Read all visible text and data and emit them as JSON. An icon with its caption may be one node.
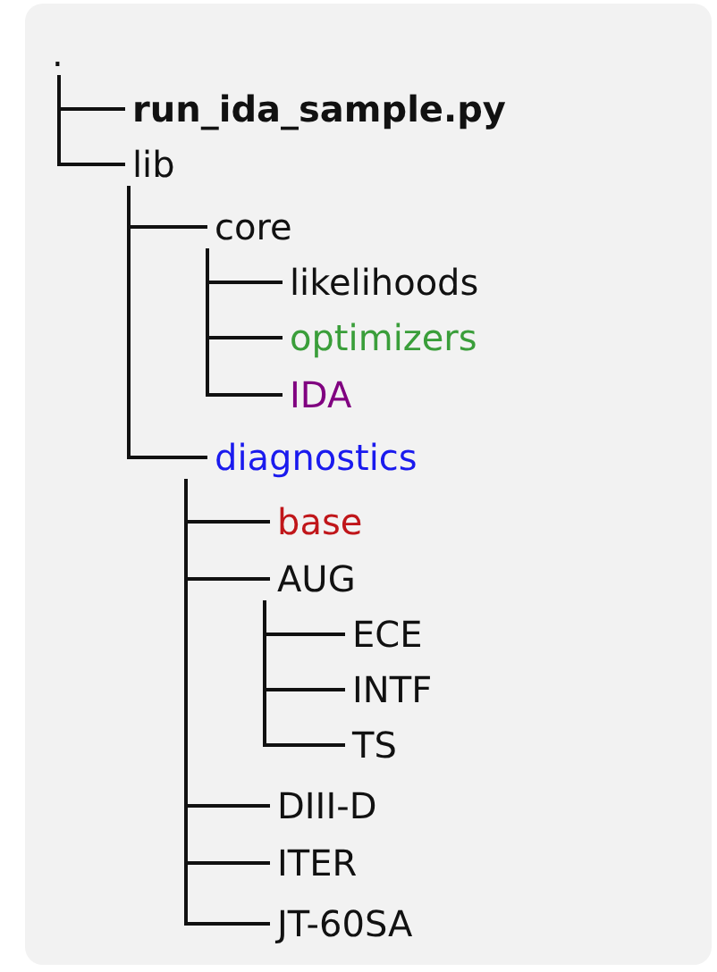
{
  "diagram": {
    "nodes": [
      {
        "text": [
          "."
        ]
      },
      {
        "text": [
          "run_ida_sample.py"
        ]
      },
      {
        "text": [
          "lib"
        ]
      },
      {
        "text": [
          "core"
        ]
      },
      {
        "text": [
          "likelihoods"
        ]
      },
      {
        "text": [
          "optimizers"
        ]
      },
      {
        "text": [
          "IDA"
        ]
      },
      {
        "text": [
          "diagnostics"
        ]
      },
      {
        "text": [
          "base"
        ]
      },
      {
        "text": [
          "AUG"
        ]
      },
      {
        "text": [
          "ECE"
        ]
      },
      {
        "text": [
          "INTF"
        ]
      },
      {
        "text": [
          "TS"
        ]
      },
      {
        "text": [
          "DIII-D"
        ]
      },
      {
        "text": [
          "ITER"
        ]
      },
      {
        "text": [
          "JT-60SA"
        ]
      }
    ],
    "edges": [
      {
        "from": 0,
        "to": 1,
        "arrow": "none"
      },
      {
        "from": 0,
        "to": 2,
        "arrow": "none"
      },
      {
        "from": 2,
        "to": 3,
        "arrow": "none"
      },
      {
        "from": 3,
        "to": 4,
        "arrow": "none"
      },
      {
        "from": 3,
        "to": 5,
        "arrow": "none"
      },
      {
        "from": 3,
        "to": 6,
        "arrow": "none"
      },
      {
        "from": 2,
        "to": 7,
        "arrow": "none"
      },
      {
        "from": 7,
        "to": 8,
        "arrow": "none"
      },
      {
        "from": 7,
        "to": 9,
        "arrow": "none"
      },
      {
        "from": 9,
        "to": 10,
        "arrow": "none"
      },
      {
        "from": 9,
        "to": 11,
        "arrow": "none"
      },
      {
        "from": 9,
        "to": 12,
        "arrow": "none"
      },
      {
        "from": 7,
        "to": 13,
        "arrow": "none"
      },
      {
        "from": 7,
        "to": 14,
        "arrow": "none"
      },
      {
        "from": 7,
        "to": 15,
        "arrow": "none"
      }
    ]
  }
}
